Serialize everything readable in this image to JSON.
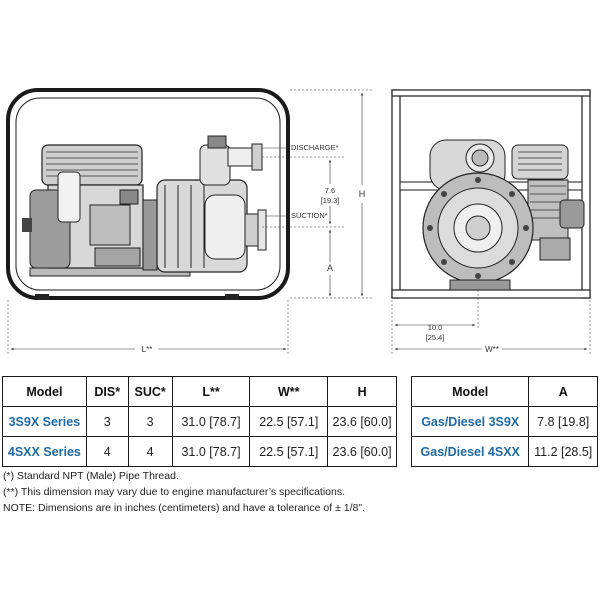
{
  "left_view": {
    "callouts": {
      "discharge": "DISCHARGE*",
      "suction": "SUCTION*"
    },
    "dims": {
      "l_label": "L**",
      "h_label": "H",
      "a_label": "A",
      "discharge_height": "7.6",
      "discharge_height_metric": "[19.3]"
    }
  },
  "right_view": {
    "dims": {
      "w_label": "W**",
      "base_width": "10.0",
      "base_width_metric": "[25.4]"
    }
  },
  "spec_table": {
    "headers": [
      "Model",
      "DIS*",
      "SUC*",
      "L**",
      "W**",
      "H"
    ],
    "rows": [
      {
        "model": "3S9X Series",
        "dis": "3",
        "suc": "3",
        "l": "31.0 [78.7]",
        "w": "22.5 [57.1]",
        "h": "23.6 [60.0]"
      },
      {
        "model": "4SXX Series",
        "dis": "4",
        "suc": "4",
        "l": "31.0 [78.7]",
        "w": "22.5 [57.1]",
        "h": "23.6 [60.0]"
      }
    ]
  },
  "a_table": {
    "headers": [
      "Model",
      "A"
    ],
    "rows": [
      {
        "model": "Gas/Diesel 3S9X",
        "a": "7.8 [19.8]"
      },
      {
        "model": "Gas/Diesel 4SXX",
        "a": "11.2 [28.5]"
      }
    ]
  },
  "notes": [
    "(*) Standard NPT (Male) Pipe Thread.",
    "(**) This dimension may vary due to engine manufacturer’s specifications.",
    "NOTE: Dimensions are in inches (centimeters) and have a tolerance of ± 1/8\"."
  ],
  "colors": {
    "model_text": "#1f6aa5",
    "line": "#1a1a1a"
  }
}
